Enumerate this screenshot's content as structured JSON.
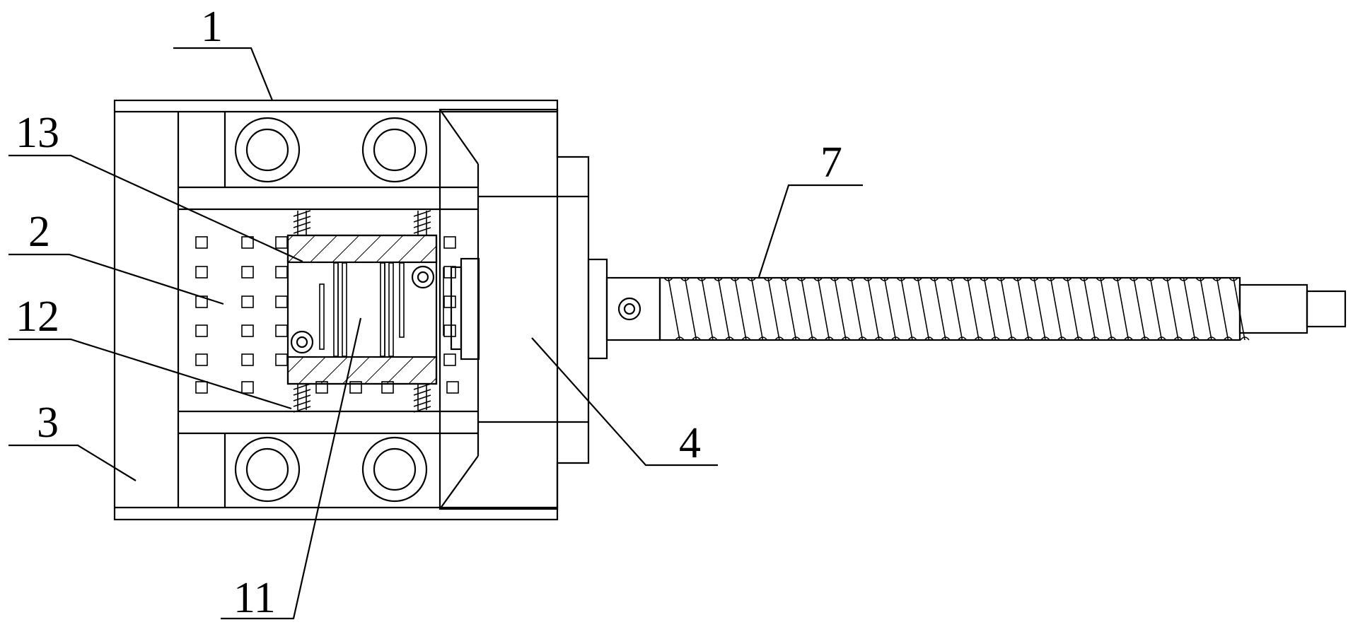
{
  "labels": {
    "part_1": "1",
    "part_2": "2",
    "part_3": "3",
    "part_4": "4",
    "part_7": "7",
    "part_11": "11",
    "part_12": "12",
    "part_13": "13"
  }
}
